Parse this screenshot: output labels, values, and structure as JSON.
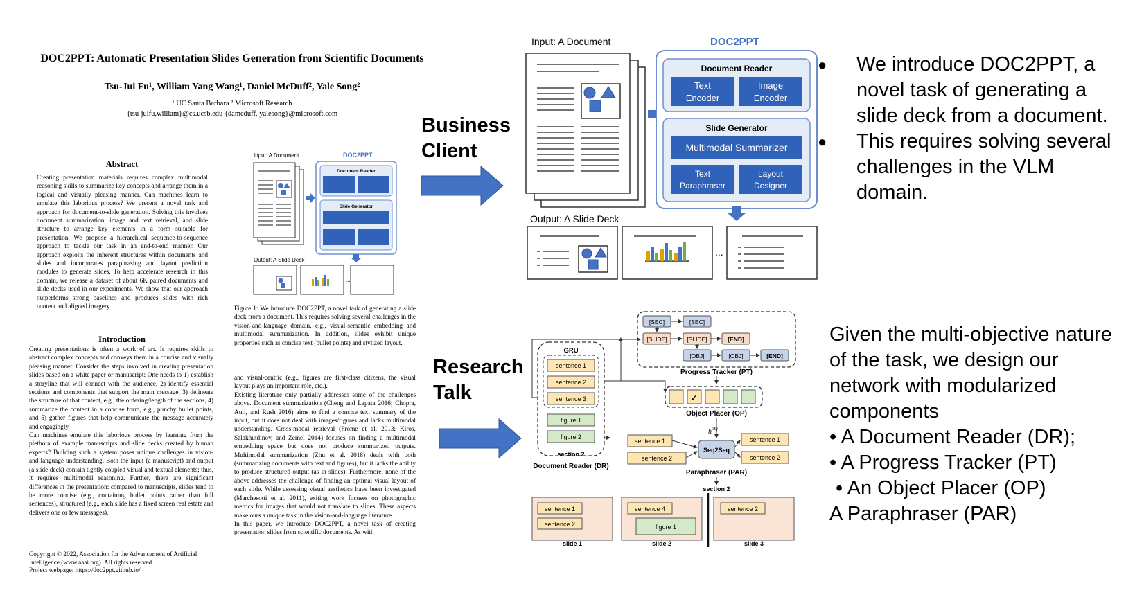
{
  "paper": {
    "title": "DOC2PPT: Automatic Presentation Slides Generation from Scientific Documents",
    "authors": "Tsu-Jui Fu¹, William Yang Wang¹, Daniel McDuff², Yale Song²",
    "affiliations": "¹ UC Santa Barbara   ² Microsoft Research",
    "emails": "{tsu-juifu,william}@cs.ucsb.edu   {damcduff, yalesong}@microsoft.com",
    "abstract_heading": "Abstract",
    "abstract": "Creating presentation materials requires complex multimodal reasoning skills to summarize key concepts and arrange them in a logical and visually pleasing manner. Can machines learn to emulate this laborious process? We present a novel task and approach for document-to-slide generation. Solving this involves document summarization, image and text retrieval, and slide structure to arrange key elements in a form suitable for presentation. We propose a hierarchical sequence-to-sequence approach to tackle our task in an end-to-end manner. Our approach exploits the inherent structures within documents and slides and incorporates paraphrasing and layout prediction modules to generate slides. To help accelerate research in this domain, we release a dataset of about 6K paired documents and slide decks used in our experiments. We show that our approach outperforms strong baselines and produces slides with rich content and aligned imagery.",
    "intro_heading": "Introduction",
    "intro": "Creating presentations is often a work of art. It requires skills to abstract complex concepts and conveys them in a concise and visually pleasing manner. Consider the steps involved in creating presentation slides based on a white paper or manuscript: One needs to 1) establish a storyline that will connect with the audience, 2) identify essential sections and components that support the main message, 3) delineate the structure of that content, e.g., the ordering/length of the sections, 4) summarize the content in a concise form, e.g., punchy bullet points, and 5) gather figures that help communicate the message accurately and engagingly.\n  Can machines emulate this laborious process by learning from the plethora of example manuscripts and slide decks created by human experts? Building such a system poses unique challenges in vision-and-language understanding. Both the input (a manuscript) and output (a slide deck) contain tightly coupled visual and textual elements; thus, it requires multimodal reasoning. Further, there are significant differences in the presentation: compared to manuscripts, slides tend to be more concise (e.g., containing bullet points rather than full sentences), structured (e.g., each slide has a fixed screen real estate and delivers one or few messages),",
    "copyright": "Copyright © 2022, Association for the Advancement of Artificial Intelligence (www.aaai.org). All rights reserved.\n   Project webpage: https://doc2ppt.github.io/",
    "figure_caption": "Figure 1: We introduce DOC2PPT, a novel task of generating a slide deck from a document. This requires solving several challenges in the vision-and-language domain, e.g., visual-semantic embedding and multimodal summarization. In addition, slides exhibit unique properties such as concise text (bullet points) and stylized layout.",
    "right_col": "and visual-centric (e.g., figures are first-class citizens, the visual layout plays an important role, etc.).\n  Existing literature only partially addresses some of the challenges above. Document summarization (Cheng and Lapata 2016; Chopra, Auli, and Rush 2016) aims to find a concise text summary of the input, but it does not deal with images/figures and lacks multimodal understanding. Cross-modal retrieval (Frome et al. 2013; Kiros, Salakhutdinov, and Zemel 2014) focuses on finding a multimodal embedding space but does not produce summarized outputs. Multimodal summarization (Zhu et al. 2018) deals with both (summarizing documents with text and figures), but it lacks the ability to produce structured output (as in slides). Furthermore, none of the above addresses the challenge of finding an optimal visual layout of each slide. While assessing visual aesthetics have been investigated (Marchesotti et al. 2011), exiting work focuses on photographic metrics for images that would not translate to slides. These aspects make ours a unique task in the vision-and-language literature.\n  In this paper, we introduce DOC2PPT, a novel task of creating presentation slides from scientific documents. As with"
  },
  "overview": {
    "input_label": "Input: A Document",
    "output_label": "Output: A Slide Deck",
    "title": "DOC2PPT",
    "reader_title": "Document Reader",
    "text_encoder": [
      "Text",
      "Encoder"
    ],
    "image_encoder": [
      "Image",
      "Encoder"
    ],
    "gen_title": "Slide Generator",
    "summarizer": "Multimodal Summarizer",
    "paraphraser": [
      "Text",
      "Paraphraser"
    ],
    "layout": [
      "Layout",
      "Designer"
    ],
    "ellipsis": "..."
  },
  "labels": {
    "business": [
      "Business",
      "Client"
    ],
    "research": [
      "Research",
      "Talk"
    ]
  },
  "arch": {
    "sec": "[SEC]",
    "slide": "[SLIDE]",
    "end": "[END]",
    "obj": "[OBJ]",
    "gru": "GRU",
    "sentence1": "sentence 1",
    "sentence2": "sentence 2",
    "sentence3": "sentence 3",
    "sentence4": "sentence 4",
    "figure1": "figure 1",
    "figure2": "figure 2",
    "section2": "section 2",
    "dr_label": "Document Reader (DR)",
    "pt_label": "Progress Tracker (PT)",
    "op_label": "Object Placer (OP)",
    "par_label": "Paraphraser (PAR)",
    "seq2seq": "Seq2Seq",
    "hobj": "h",
    "hobj_sup": "obj",
    "check": "✓",
    "slide1": "slide 1",
    "slide2": "slide 2",
    "slide3": "slide 3"
  },
  "bullets_top": [
    "We introduce DOC2PPT, a novel task of generating a slide deck from a document.",
    "This requires solving several challenges in the VLM  domain."
  ],
  "bullet_glyph": "●",
  "text_bottom": {
    "intro": "Given the multi-objective nature of the task, we design our network with modularized components",
    "items": [
      "• A Document Reader (DR);",
      "• A Progress Tracker (PT)",
      "• An Object Placer (OP)",
      "A Paraphraser (PAR)"
    ]
  },
  "colors": {
    "arrow_blue": "#4472c4",
    "doc2ppt_title": "#4472c4",
    "panel_bg": "#e4ecf7",
    "panel_border": "#6f8fcc",
    "encoder_fill": "#2f62b8",
    "node_blue": "#c7d3e9",
    "node_orange": "#f8dcc7",
    "node_green": "#d4e9c7",
    "node_yellow": "#fde6b3",
    "slide_bg": "#f9e4d6"
  }
}
